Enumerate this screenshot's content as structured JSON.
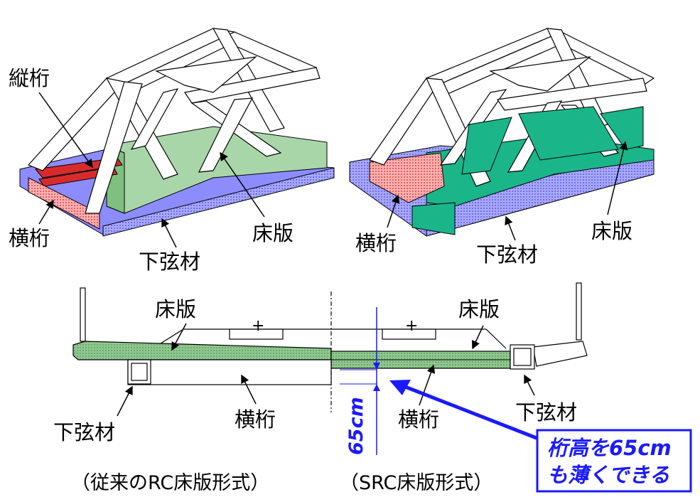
{
  "top_left": {
    "label_stringer": "縦桁",
    "label_crossbeam": "横桁",
    "label_deck": "床版",
    "label_lower_chord": "下弦材"
  },
  "top_right": {
    "label_crossbeam": "横桁",
    "label_deck": "床版",
    "label_lower_chord": "下弦材"
  },
  "section": {
    "left_deck": "床版",
    "right_deck": "床版",
    "left_crossbeam": "横桁",
    "right_crossbeam": "横桁",
    "left_lower_chord": "下弦材",
    "right_lower_chord": "下弦材",
    "plus_mark": "+",
    "dimension": "65cm"
  },
  "callout": {
    "line1": "桁高を65cm",
    "line2": "も薄くできる"
  },
  "captions": {
    "left": "（従来のRC床版形式）",
    "right": "（SRC床版形式）"
  },
  "colors": {
    "deck_green": "#99cc99",
    "deck_green_right": "#1bb58a",
    "chord_blue": "#8c8cff",
    "beam_red": "#d92b2b",
    "beam_pink": "#ff9999",
    "arrow_blue": "#1a1aff"
  }
}
